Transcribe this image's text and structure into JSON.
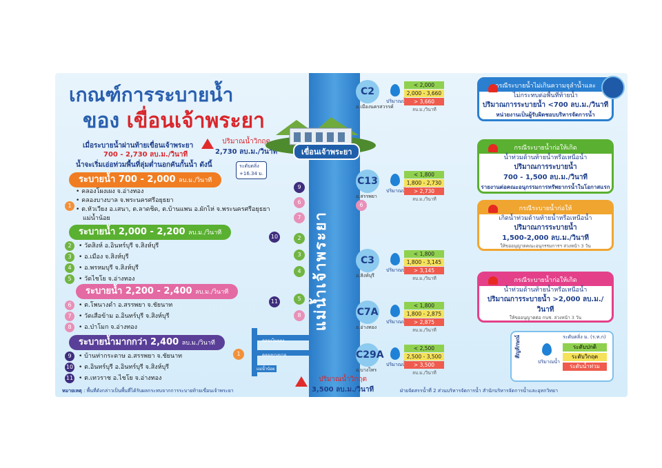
{
  "title": {
    "line1": "เกณฑ์การระบายน้ำ",
    "line2_prefix": "ของ",
    "line2_highlight": "เขื่อนเจ้าพระยา"
  },
  "intro": {
    "line1": "เมื่อระบายน้ำผ่านท้ายเขื่อนเจ้าพระยา",
    "range": "700 - 2,730 ลบ.ม./วินาที",
    "line3": "น้ำจะเริ่มเอ่อท่วมพื้นที่ลุ่มต่ำนอกคันกั้นน้ำ ดังนี้"
  },
  "critical_top": {
    "label": "ปริมาณน้ำวิกฤต",
    "value": "2,730 ลบ.ม./วินาที"
  },
  "gauge_box": {
    "label": "ระดับตลิ่ง",
    "value": "+16.34 ม."
  },
  "bands": [
    {
      "label": "ระบายน้ำ 700 - 2,000",
      "unit": "ลบ.ม./วินาที",
      "color": "#f07d22",
      "items": [
        "• คลองโผงเผง จ.อ่างทอง",
        "• คลองบางบาล จ.พระนครศรีอยุธยา",
        "• ต.หัวเวียง อ.เสนา, ต.ลาดชิด, ต.บ้านแพน อ.ผักไห่ จ.พระนครศรีอยุธยา",
        "แม่น้ำน้อย"
      ],
      "badge": "1"
    },
    {
      "label": "ระบายน้ำ 2,000 - 2,200",
      "unit": "ลบ.ม./วินาที",
      "color": "#5ab031",
      "items": [
        {
          "n": "2",
          "t": "• วัดสิงห์ อ.อินทร์บุรี จ.สิงห์บุรี"
        },
        {
          "n": "3",
          "t": "• อ.เมือง จ.สิงห์บุรี"
        },
        {
          "n": "4",
          "t": "• อ.พรหมบุรี จ.สิงห์บุรี"
        },
        {
          "n": "5",
          "t": "• วัดไชโย จ.อ่างทอง"
        }
      ]
    },
    {
      "label": "ระบายน้ำ 2,200 - 2,400",
      "unit": "ลบ.ม./วินาที",
      "color": "#e46aa3",
      "items": [
        {
          "n": "6",
          "t": "• ต.โพนางดำ อ.สรรพยา จ.ชัยนาท"
        },
        {
          "n": "7",
          "t": "• วัดเสือข้าม อ.อินทร์บุรี จ.สิงห์บุรี"
        },
        {
          "n": "8",
          "t": "• อ.ป่าโมก จ.อ่างทอง"
        }
      ]
    },
    {
      "label": "ระบายน้ำมากกว่า 2,400",
      "unit": "ลบ.ม./วินาที",
      "color": "#5a3f98",
      "items": [
        {
          "n": "9",
          "t": "• บ้านท่ากระดาษ อ.สรรพยา จ.ชัยนาท"
        },
        {
          "n": "10",
          "t": "• ต.อินทร์บุรี อ.อินทร์บุรี จ.สิงห์บุรี"
        },
        {
          "n": "11",
          "t": "• ต.เทวราช อ.ไชโย จ.อ่างทอง"
        }
      ]
    }
  ],
  "footnote_label": "หมายเหตุ",
  "footnote": ": พื้นที่ดังกล่าวเป็นพื้นที่ได้รับผลกระทบจากการระบายท้ายเขื่อนเจ้าพระยา",
  "river_name": "แม่น้ำเจ้าพระยา",
  "dam_label": "เขื่อนเจ้าพระยา",
  "critical_bottom": {
    "label": "ปริมาณน้ำวิกฤต",
    "value": "3,500 ลบ.ม./วินาที"
  },
  "canals": [
    "คลองโผงเผง",
    "คลองบางบาล",
    "แม่น้ำน้อย"
  ],
  "stations": [
    {
      "code": "C2",
      "place": "อ.เมืองนครสวรรค์",
      "levels": [
        "< 2,000",
        "2,000 - 3,660",
        "> 3,660"
      ]
    },
    {
      "code": "C13",
      "place": "อ.สรรพยา",
      "levels": [
        "< 1,800",
        "1,800 - 2,730",
        "> 2,730"
      ]
    },
    {
      "code": "C3",
      "place": "อ.สิงห์บุรี",
      "levels": [
        "< 1,800",
        "1,800 - 3,145",
        "> 3,145"
      ]
    },
    {
      "code": "C7A",
      "place": "อ.อ่างทอง",
      "levels": [
        "< 1,800",
        "1,800 - 2,875",
        "> 2,875"
      ]
    },
    {
      "code": "C29A",
      "place": "อ.บางไทร",
      "levels": [
        "< 2,500",
        "2,500 - 3,500",
        "> 3,500"
      ]
    }
  ],
  "flow_label": "ปริมาณน้ำ",
  "unit_label": "ลบ.ม./วินาที",
  "cards": [
    {
      "color": "#2a7fd0",
      "head": "กรณีระบายน้ำไม่เกินความจุลำน้ำและ",
      "l1": "ไม่กระทบต่อพื้นที่ท้ายน้ำ",
      "l2": "ปริมาณการระบายน้ำ <700 ลบ.ม./วินาที",
      "l3": "หน่วยงานเป็นผู้รับผิดชอบบริหารจัดการน้ำ"
    },
    {
      "color": "#5ab031",
      "head": "กรณีระบายน้ำก่อให้เกิด",
      "l1": "น้ำท่วมด้านท้ายน้ำหรือเหนือน้ำ",
      "l2": "ปริมาณการระบายน้ำ",
      "l3": "700 - 1,500 ลบ.ม./วินาที",
      "l4": "รายงานต่อคณะอนุกรรมการทรัพยากรน้ำในโอกาสแรก"
    },
    {
      "color": "#f0a530",
      "head": "กรณีระบายน้ำก่อให้",
      "l1": "เกิดน้ำท่วมด้านท้ายน้ำหรือเหนือน้ำ",
      "l2": "ปริมาณการระบายน้ำ",
      "l3": "1,500-2,000 ลบ.ม./วินาที",
      "l4": "ให้ขออนุญาตคณะอนุกรรมการฯ ล่วงหน้า 3 วัน"
    },
    {
      "color": "#e4408a",
      "head": "กรณีระบายน้ำก่อให้เกิด",
      "l1": "น้ำท่วมด้านท้ายน้ำหรือเหนือน้ำ",
      "l2": "ปริมาณการระบายน้ำ >2,000 ลบ.ม./วินาที",
      "l3": "ให้ขออนุญาตต่อ กนช. ล่วงหน้า 3 วัน"
    }
  ],
  "legend": {
    "side_title": "สัญลักษณ์",
    "title": "ระดับตลิ่ง ม. (ร.ท.ก)",
    "drop_label": "ปริมาณน้ำ",
    "rows": [
      "ระดับปกติ",
      "ระดับวิกฤต",
      "ระดับน้ำท่วม"
    ]
  },
  "footer": "ฝ่ายจัดสรรน้ำที่ 2 ส่วนบริหารจัดการน้ำ สำนักบริหารจัดการน้ำและอุทกวิทยา"
}
